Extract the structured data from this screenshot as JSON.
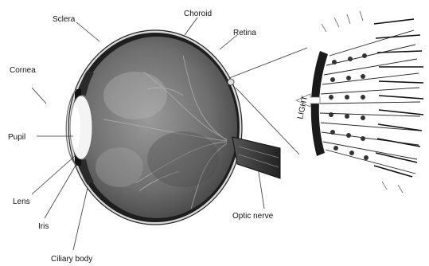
{
  "labels": {
    "sclera": "Sclera",
    "choroid": "Choroid",
    "retina": "Retina",
    "cornea": "Cornea",
    "pupil": "Pupil",
    "lens": "Lens",
    "iris": "Iris",
    "ciliary_body": "Ciliary body",
    "optic_nerve": "Optic nerve",
    "light": "LIGHT"
  }
}
